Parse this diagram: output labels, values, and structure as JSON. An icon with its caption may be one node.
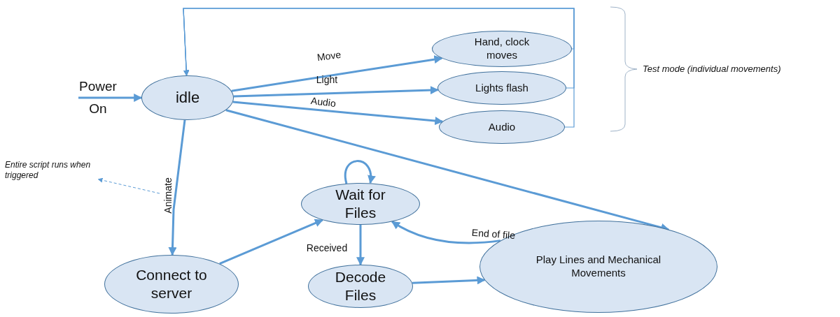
{
  "diagram": {
    "nodes": [
      {
        "text": [
          "idle"
        ]
      },
      {
        "text": [
          "Hand, clock moves"
        ]
      },
      {
        "text": [
          "Lights flash"
        ]
      },
      {
        "text": [
          "Audio"
        ]
      },
      {
        "text": [
          "Connect to server"
        ]
      },
      {
        "text": [
          "Wait for Files"
        ]
      },
      {
        "text": [
          "Decode Files"
        ]
      },
      {
        "text": [
          "Play Lines and Mechanical Movements"
        ]
      },
      {
        "text": [
          "Entire script runs when triggered"
        ]
      }
    ],
    "edges": [
      {
        "from": null,
        "to": 0,
        "arrow": "to",
        "label": "Power On"
      },
      {
        "from": 0,
        "to": 1,
        "arrow": "to",
        "label": "Move"
      },
      {
        "from": 0,
        "to": 2,
        "arrow": "to",
        "label": "Light"
      },
      {
        "from": 0,
        "to": 3,
        "arrow": "to",
        "label": "Audio"
      },
      {
        "from": 1,
        "to": 0,
        "arrow": "to"
      },
      {
        "from": 2,
        "to": 0,
        "arrow": "to"
      },
      {
        "from": 3,
        "to": 0,
        "arrow": "to"
      },
      {
        "from": 0,
        "to": 4,
        "arrow": "to",
        "label": "Animate"
      },
      {
        "from": 0,
        "to": 7,
        "arrow": "to"
      },
      {
        "from": 4,
        "to": 5,
        "arrow": "to"
      },
      {
        "from": 5,
        "to": 5,
        "arrow": "to"
      },
      {
        "from": 5,
        "to": 6,
        "arrow": "to",
        "label": "Received"
      },
      {
        "from": 6,
        "to": 7,
        "arrow": "to"
      },
      {
        "from": 7,
        "to": 5,
        "arrow": "to",
        "label": "End of file"
      },
      {
        "from": null,
        "to": 8,
        "arrow": "to",
        "style": "dashed"
      }
    ],
    "labels": [
      "Test mode (individual movements)"
    ]
  }
}
